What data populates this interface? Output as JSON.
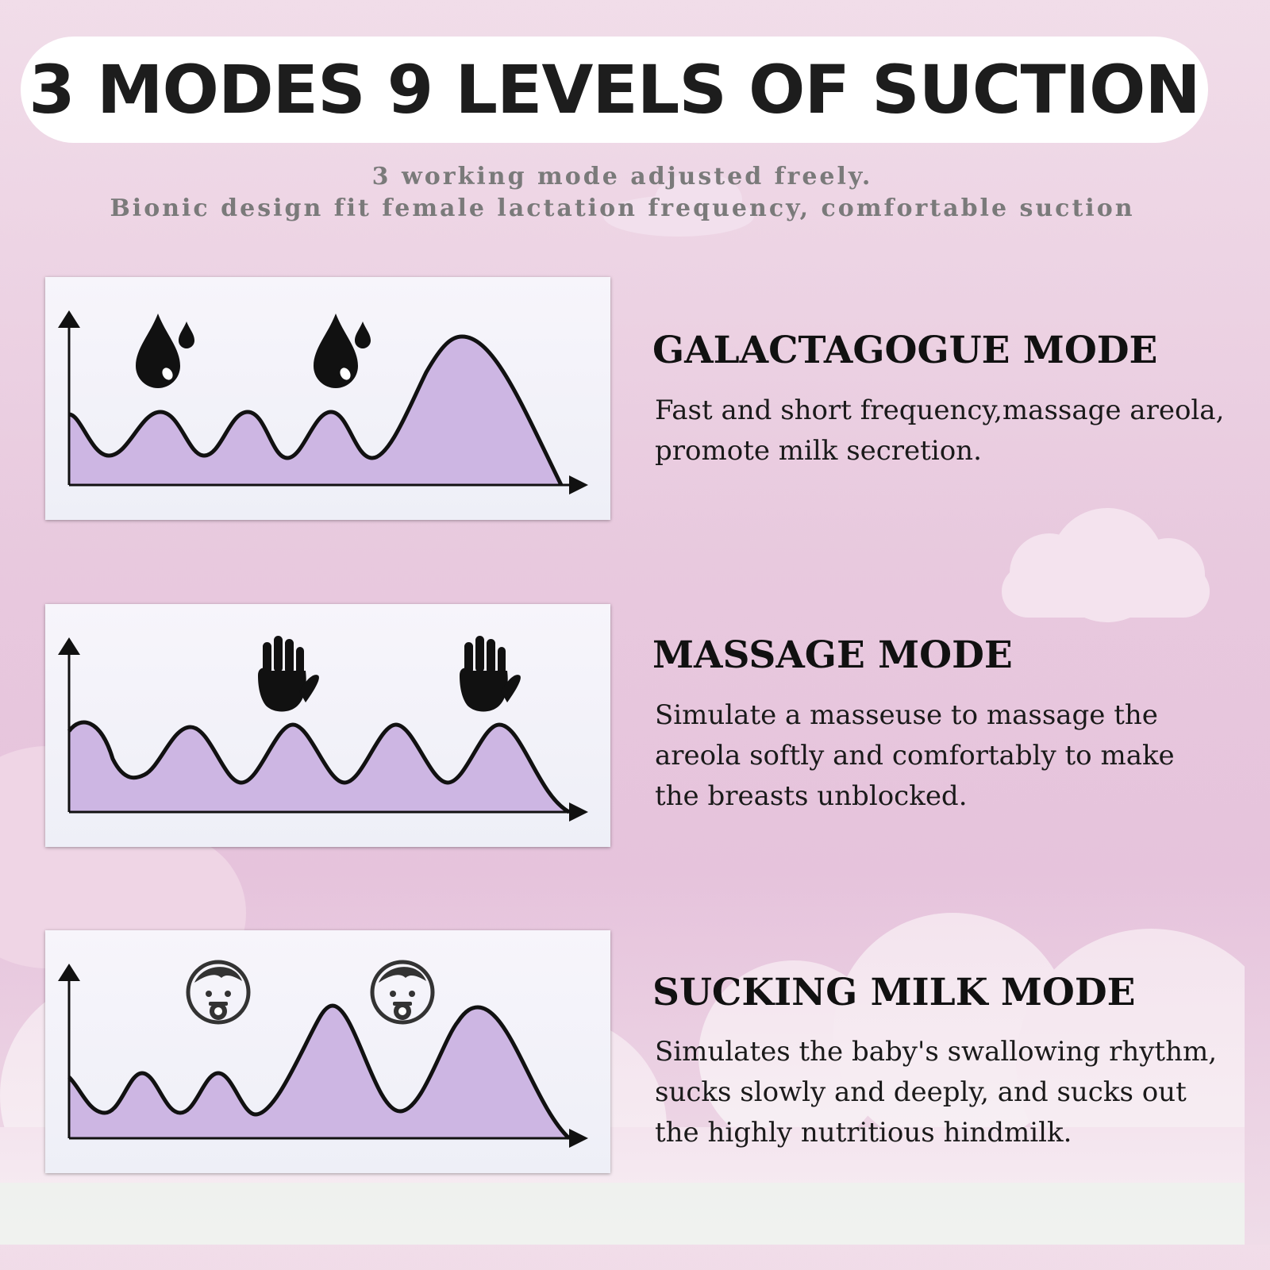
{
  "header": {
    "title": "3 MODES 9 LEVELS OF SUCTION",
    "subtitle_line1": "3 working mode adjusted freely.",
    "subtitle_line2": "Bionic design fit female lactation frequency, comfortable suction"
  },
  "modes": [
    {
      "title": "GALACTAGOGUE MODE",
      "description": "Fast and short frequency,massage areola, promote milk secretion.",
      "icon": "milk-drop-icon"
    },
    {
      "title": "MASSAGE MODE",
      "description": "Simulate a masseuse to massage the areola softly and comfortably to make the breasts unblocked.",
      "icon": "hand-icon"
    },
    {
      "title": "SUCKING MILK MODE",
      "description": "Simulates the baby's swallowing rhythm, sucks slowly and deeply, and sucks out the highly nutritious hindmilk.",
      "icon": "baby-pacifier-icon"
    }
  ],
  "colors": {
    "wave_fill": "#cdb6e3",
    "wave_stroke": "#111111",
    "background": "#e8c9de"
  }
}
